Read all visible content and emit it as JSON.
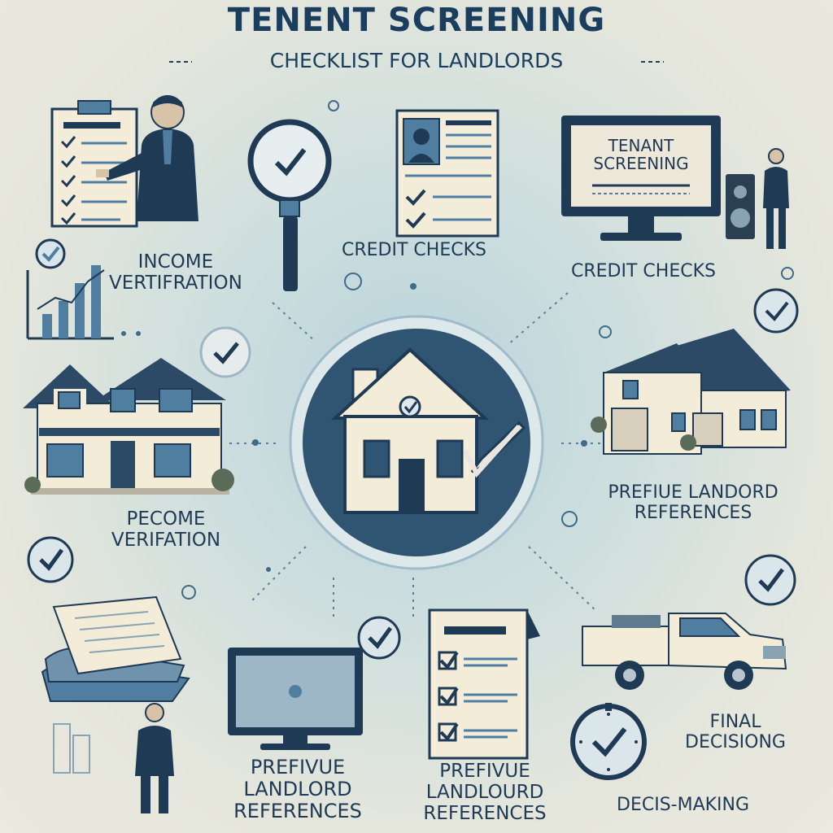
{
  "header": {
    "title": "TENENT SCREENING",
    "subtitle": "CHECKLIST FOR LANDLORDS"
  },
  "monitor_card": {
    "line1": "TENANT",
    "line2": "SCREENING"
  },
  "labels": {
    "income_top_1": "INCOME",
    "income_top_2": "VERTIFRATION",
    "credit_checks_center": "CREDIT CHECKS",
    "credit_checks_right": "CREDIT CHECKS",
    "prefiue_landord_1": "PREFIUE LANDORD",
    "prefiue_landord_2": "REFERENCES",
    "pecome_1": "PECOME",
    "pecome_2": "VERIFATION",
    "final_1": "FINAL",
    "final_2": "DECISIONG",
    "bottom_left_1": "PREFIVUE",
    "bottom_left_2": "LANDLORD",
    "bottom_left_3": "REFERENCES",
    "bottom_mid_1": "PREFIVUE",
    "bottom_mid_2": "LANDLOURD",
    "bottom_mid_3": "REFERENCES",
    "decis_making": "DECIS-MAKING"
  },
  "colors": {
    "navy": "#1f3a55",
    "steel_blue": "#4f7ea0",
    "circle_bg": "#2f5573",
    "cream": "#f3ecd8",
    "roof": "#2c4a66"
  }
}
